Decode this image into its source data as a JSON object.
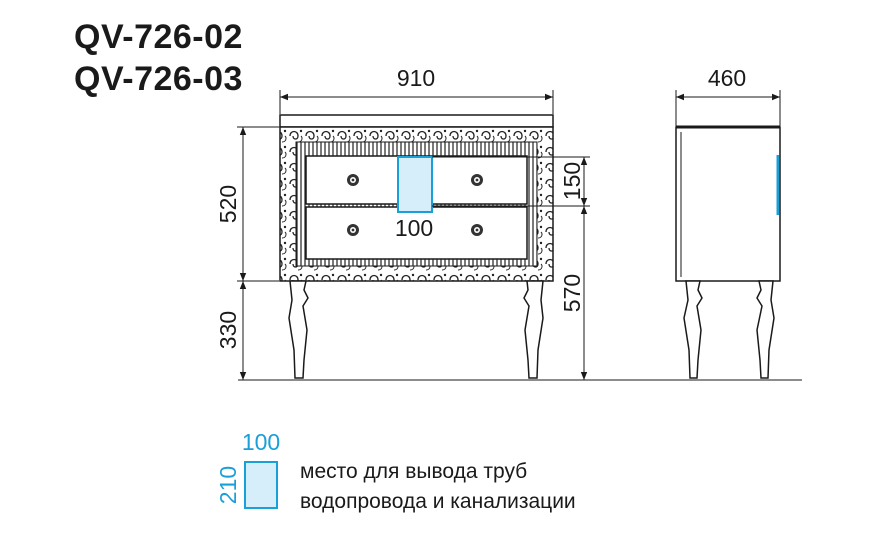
{
  "models": [
    "QV-726-02",
    "QV-726-03"
  ],
  "dimensions": {
    "width": "910",
    "depth": "460",
    "body_height": "520",
    "leg_height": "330",
    "drawer_height": "150",
    "total_side": "570",
    "pipe_width": "100"
  },
  "legend": {
    "width": "100",
    "height": "210",
    "line1": "место для вывода труб",
    "line2": "водопровода и канализации"
  },
  "colors": {
    "accent": "#1aa0d8",
    "pipe_fill": "#d6eefa",
    "line": "#1a1a1a"
  }
}
